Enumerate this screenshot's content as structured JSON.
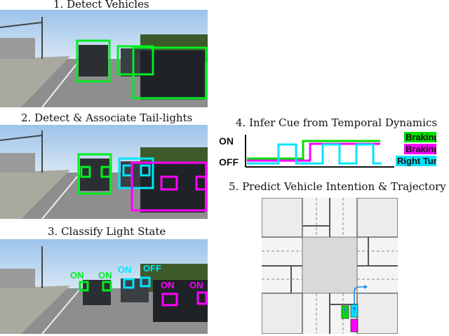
{
  "steps": {
    "s1": "1. Detect Vehicles",
    "s2": "2. Detect & Associate Tail-lights",
    "s3": "3. Classify Light State",
    "s4": "4. Infer Cue from Temporal Dynamics",
    "s5": "5. Predict Vehicle Intention & Trajectory"
  },
  "light_states": {
    "left_car_left": "ON",
    "left_car_right": "ON",
    "mid_car_left": "ON",
    "mid_car_right": "OFF",
    "right_car_left": "ON",
    "right_car_right": "ON"
  },
  "signal_plot": {
    "on_label": "ON",
    "off_label": "OFF",
    "legend": [
      {
        "label": "Braking",
        "color": "#00e000"
      },
      {
        "label": "Braking",
        "color": "#ff00ff"
      },
      {
        "label": "Right Turn",
        "color": "#00e5ff"
      }
    ]
  },
  "colors": {
    "green": "#00ee22",
    "cyan": "#00e5ff",
    "magenta": "#ff00ff",
    "trajectory": "#1e88e5"
  }
}
